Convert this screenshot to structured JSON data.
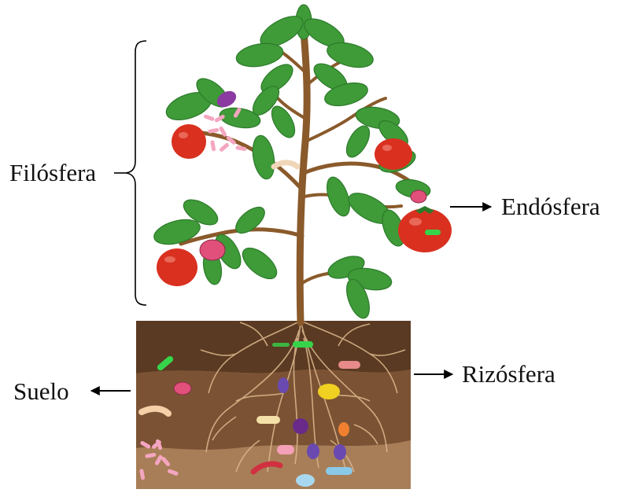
{
  "labels": {
    "phyllosphere": "Filósfera",
    "endosphere": "Endósfera",
    "rhizosphere": "Rizósfera",
    "soil": "Suelo"
  },
  "colors": {
    "leaf": "#3f9a38",
    "leaf_dark": "#2c7a2a",
    "stem": "#8a5a2b",
    "tomato": "#d9301f",
    "soil_top": "#5a3a22",
    "soil_mid": "#7b5334",
    "soil_bottom": "#b48860",
    "root": "#d8b48a",
    "arrow": "#000000"
  },
  "icons": {
    "bracket": "curly-brace-icon",
    "arrow": "arrow-icon",
    "bacteria": "bacteria-icon"
  }
}
